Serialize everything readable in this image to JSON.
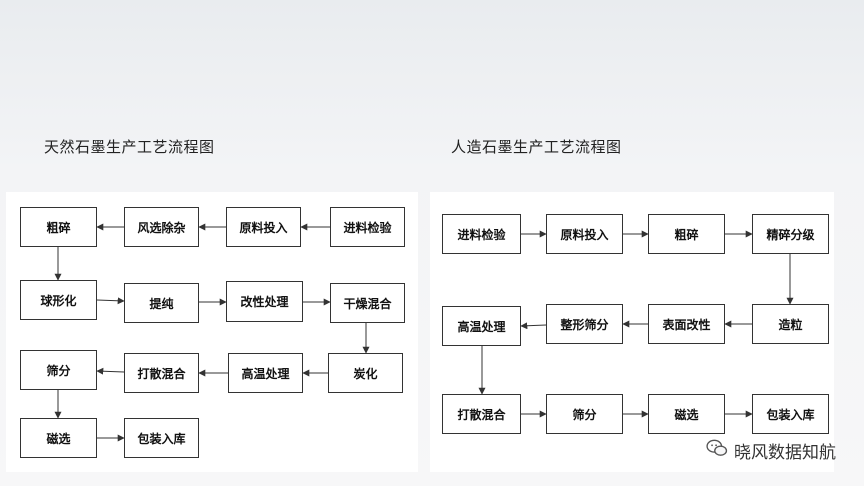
{
  "titles": {
    "left": "天然石墨生产工艺流程图",
    "right": "人造石墨生产工艺流程图"
  },
  "left_flow": {
    "feed_check": "进料检验",
    "raw_input": "原料投入",
    "wind_sort": "风选除杂",
    "coarse_crush": "粗碎",
    "spheroidize": "球形化",
    "purify": "提纯",
    "modify": "改性处理",
    "dry_mix": "干燥混合",
    "carbonize": "炭化",
    "high_temp": "高温处理",
    "scatter_mix": "打散混合",
    "sieve": "筛分",
    "magnetic": "磁选",
    "pack": "包装入库"
  },
  "right_flow": {
    "feed_check": "进料检验",
    "raw_input": "原料投入",
    "coarse_crush": "粗碎",
    "fine_crush": "精碎分级",
    "granulate": "造粒",
    "surface_modify": "表面改性",
    "shaping": "整形筛分",
    "high_temp": "高温处理",
    "scatter_mix": "打散混合",
    "sieve": "筛分",
    "magnetic": "磁选",
    "pack": "包装入库"
  },
  "watermark": "晓风数据知航",
  "icons": {
    "watermark": "wechat-icon"
  }
}
